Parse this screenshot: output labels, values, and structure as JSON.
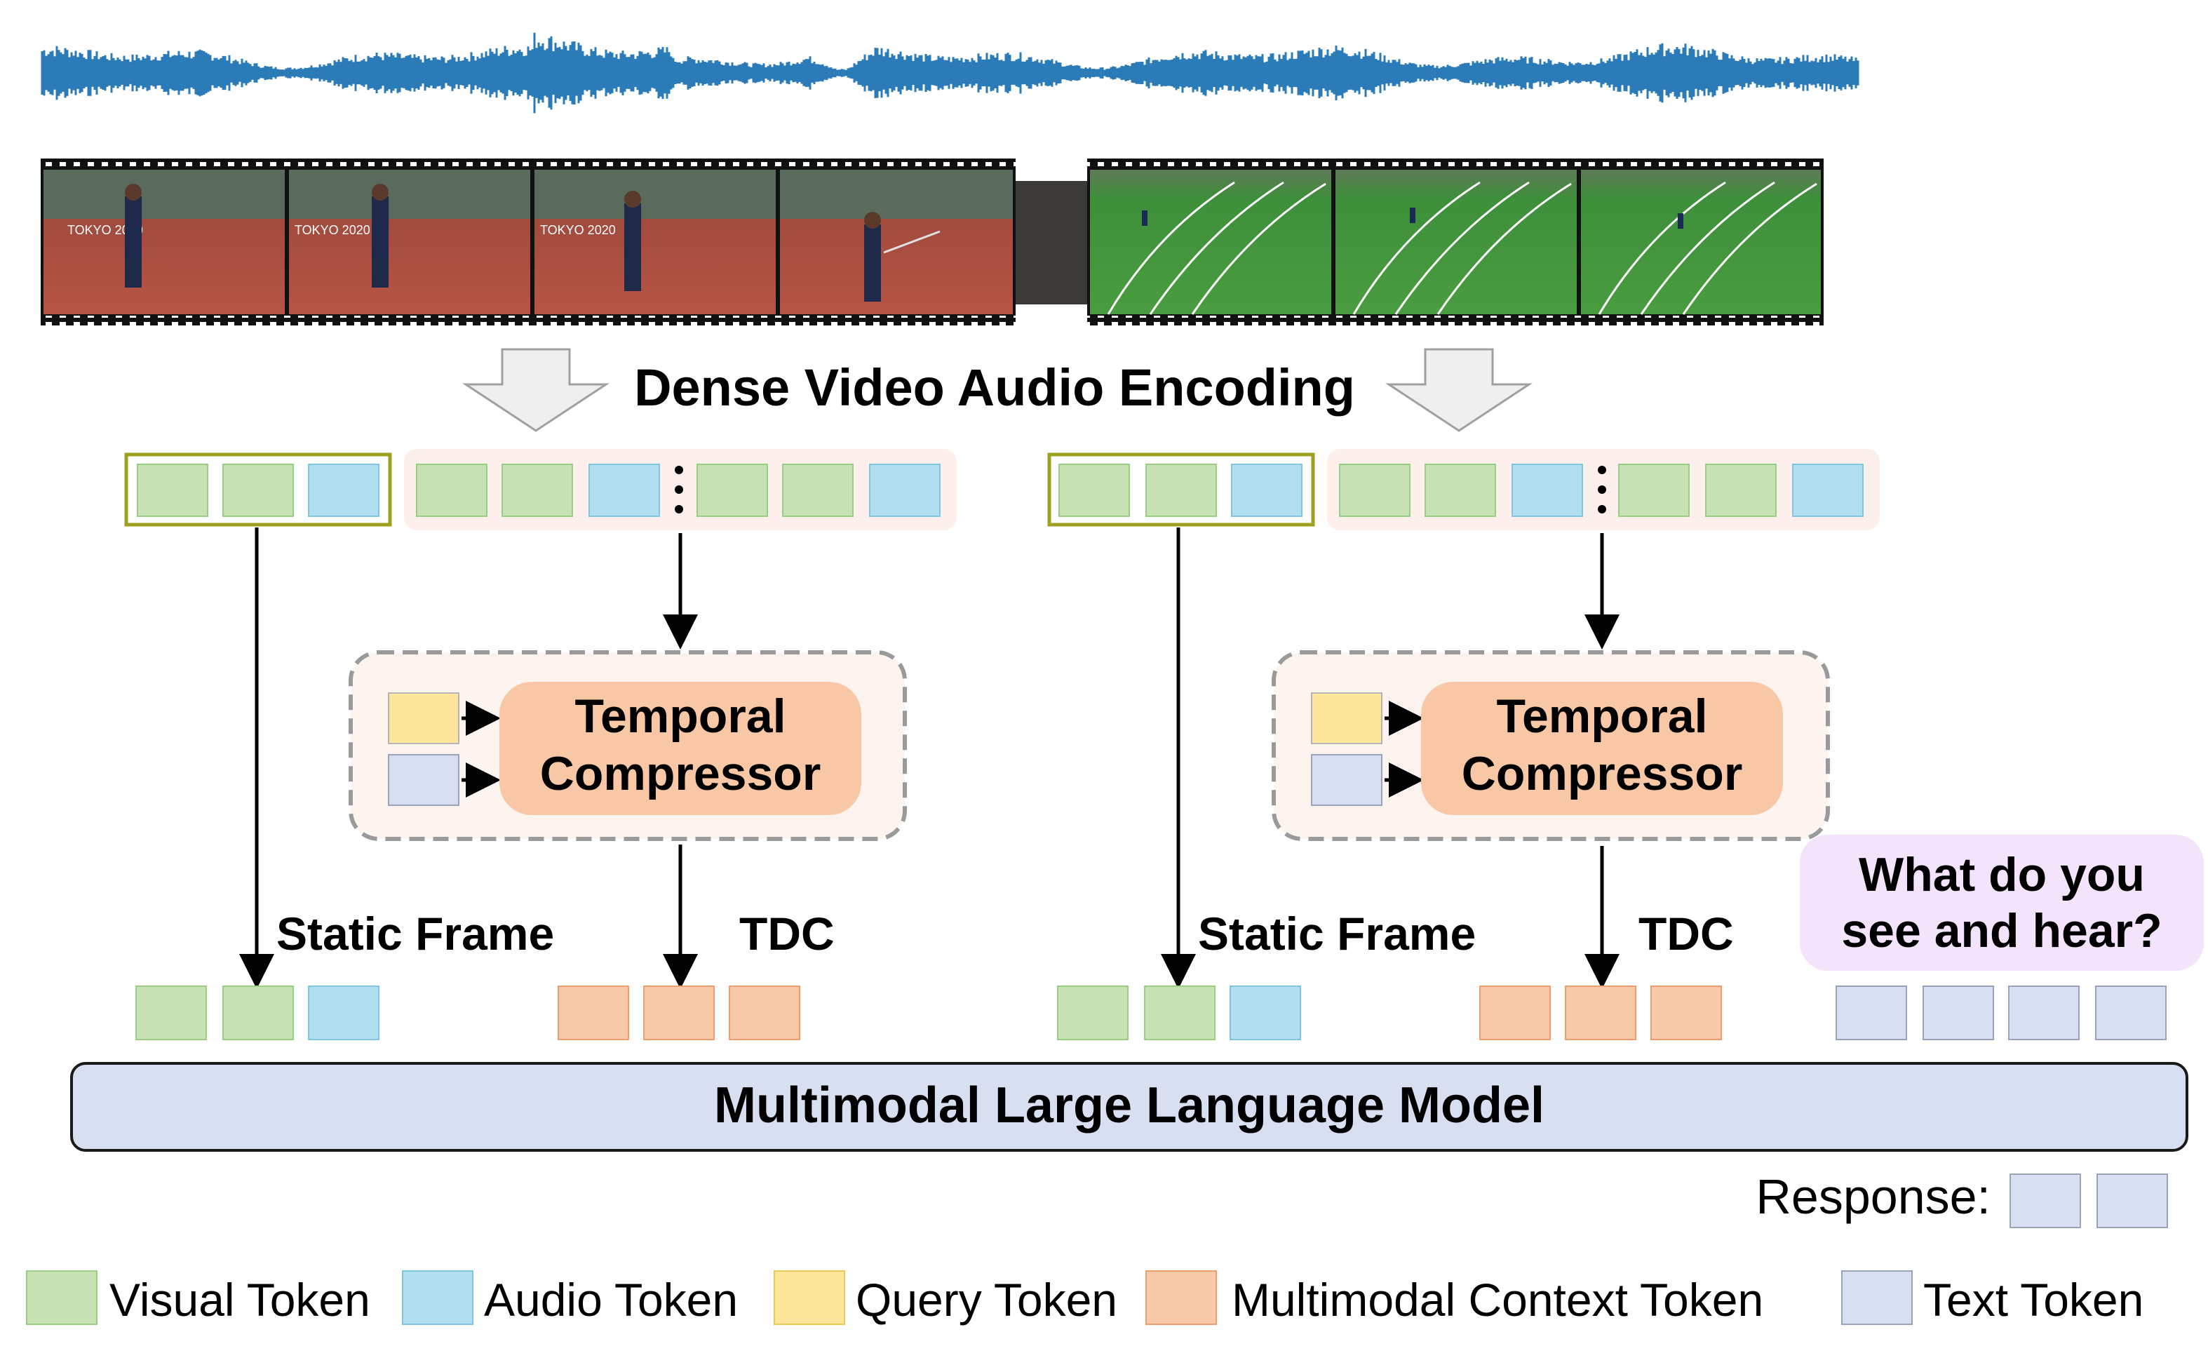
{
  "title": "Dense Video Audio Encoding",
  "compressor_label_line1": "Temporal",
  "compressor_label_line2": "Compressor",
  "static_frame_label": "Static Frame",
  "tdc_label": "TDC",
  "question_line1": "What do you",
  "question_line2": "see and hear?",
  "llm_label": "Multimodal Large Language Model",
  "response_label": "Response:",
  "frame_overlay_text": "TOKYO 2020",
  "legend": [
    {
      "label": "Visual Token",
      "color": "#c8e2b6",
      "border": "#98cf85"
    },
    {
      "label": "Audio Token",
      "color": "#b2dff0",
      "border": "#7fc6e3"
    },
    {
      "label": "Query Token",
      "color": "#fde69a",
      "border": "#e9c95a"
    },
    {
      "label": "Multimodal Context Token",
      "color": "#f8c9a8",
      "border": "#ee9d6c"
    },
    {
      "label": "Text Token",
      "color": "#d8dff0",
      "border": "#9aa4b8"
    }
  ],
  "colors": {
    "waveform": "#2b7bb9",
    "static_box_border": "#9ca11f",
    "clip_bg": "#fdf0ec",
    "compressor_fill": "#f8c8a6",
    "compressor_box_border": "#9a9a9a",
    "question_bg": "#f4e4fb",
    "llm_fill": "#d8dff0",
    "llm_border": "#1a1a1a"
  }
}
